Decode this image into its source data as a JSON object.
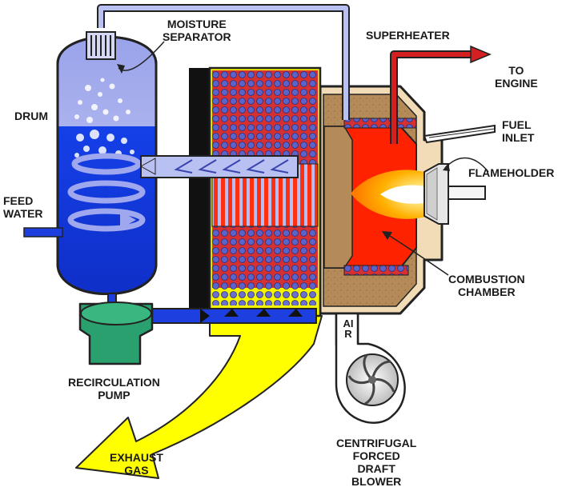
{
  "labels": {
    "moisture_separator": [
      "MOISTURE",
      "SEPARATOR"
    ],
    "superheater": "SUPERHEATER",
    "to_engine": [
      "TO",
      "ENGINE"
    ],
    "drum": "DRUM",
    "fuel_inlet": [
      "FUEL",
      "INLET"
    ],
    "flameholder": "FLAMEHOLDER",
    "feed_water": [
      "FEED",
      "WATER"
    ],
    "combustion_chamber": [
      "COMBUSTION",
      "CHAMBER"
    ],
    "air": "AIR",
    "recirculation_pump": [
      "RECIRCULATION",
      "PUMP"
    ],
    "exhaust_gas": [
      "EXHAUST",
      "GAS"
    ],
    "blower": [
      "CENTRIFUGAL",
      "FORCED",
      "DRAFT",
      "BLOWER"
    ]
  },
  "colors": {
    "water": "#1d3fe0",
    "steam": "#a9b2ee",
    "hot_gas": "#ff2200",
    "exhaust": "#ffff00",
    "pump": "#2aa06e",
    "refractory": "#b08a55",
    "casing": "#f2dcb8",
    "superheater_tube": "#d42020"
  }
}
